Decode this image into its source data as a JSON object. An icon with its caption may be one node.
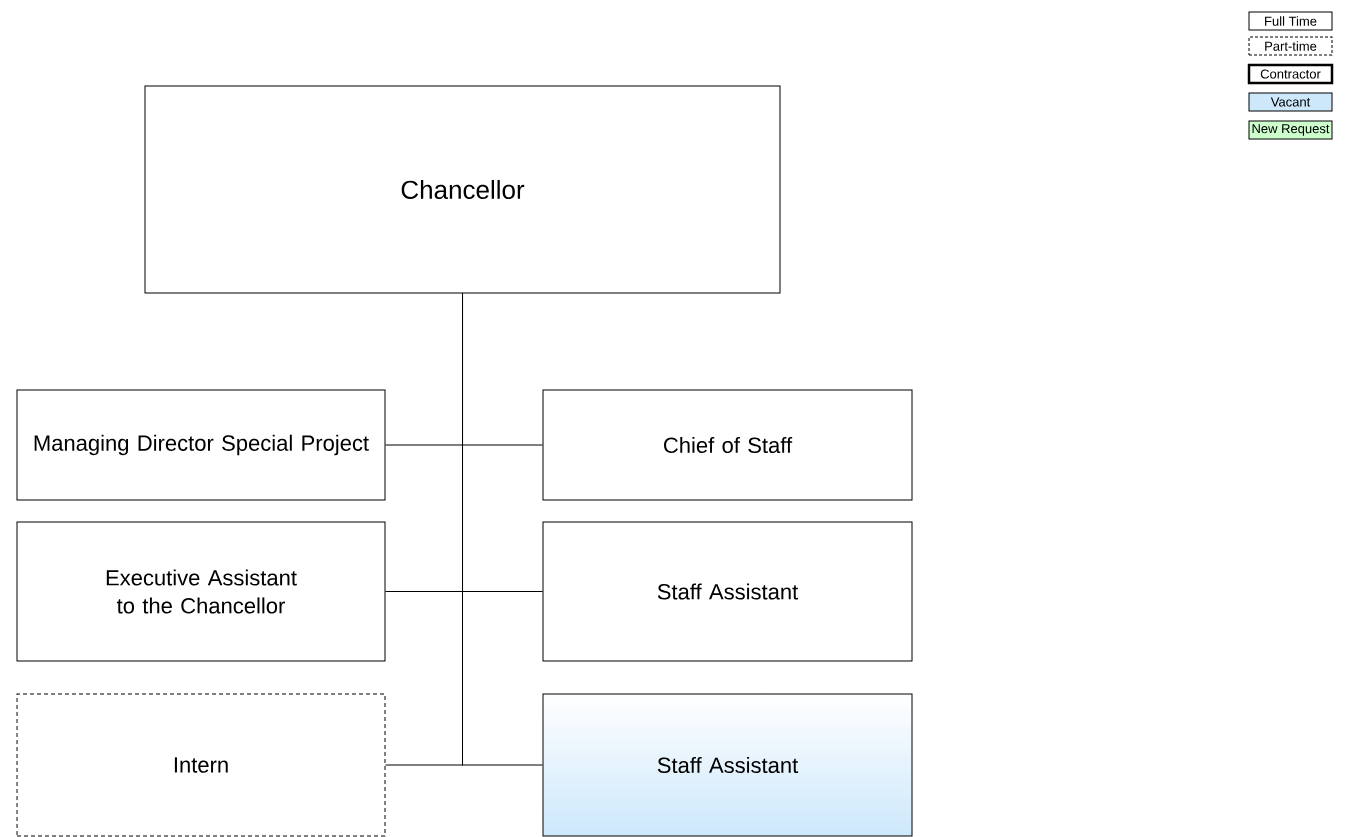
{
  "diagram": {
    "nodes": [
      {
        "text": [
          "Chancellor"
        ]
      },
      {
        "text": [
          "Managing Director Special Project"
        ]
      },
      {
        "text": [
          "Chief of Staff"
        ]
      },
      {
        "text": [
          "Executive Assistant to the Chancellor"
        ]
      },
      {
        "text": [
          "Staff Assistant"
        ]
      },
      {
        "text": [
          "Intern"
        ]
      },
      {
        "text": [
          "Staff Assistant"
        ]
      }
    ],
    "edges": [
      {
        "from": 0,
        "to": 1,
        "arrow": "none"
      },
      {
        "from": 0,
        "to": 2,
        "arrow": "none"
      },
      {
        "from": 0,
        "to": 3,
        "arrow": "none"
      },
      {
        "from": 0,
        "to": 4,
        "arrow": "none"
      },
      {
        "from": 0,
        "to": 5,
        "arrow": "none"
      },
      {
        "from": 0,
        "to": 6,
        "arrow": "none"
      }
    ],
    "legend": [
      {
        "text": "Full Time"
      },
      {
        "text": "Part-time"
      },
      {
        "text": "Contractor"
      },
      {
        "text": "Vacant",
        "color": "#cde8fb"
      },
      {
        "text": "New Request",
        "color": "#ccffcc"
      }
    ]
  }
}
